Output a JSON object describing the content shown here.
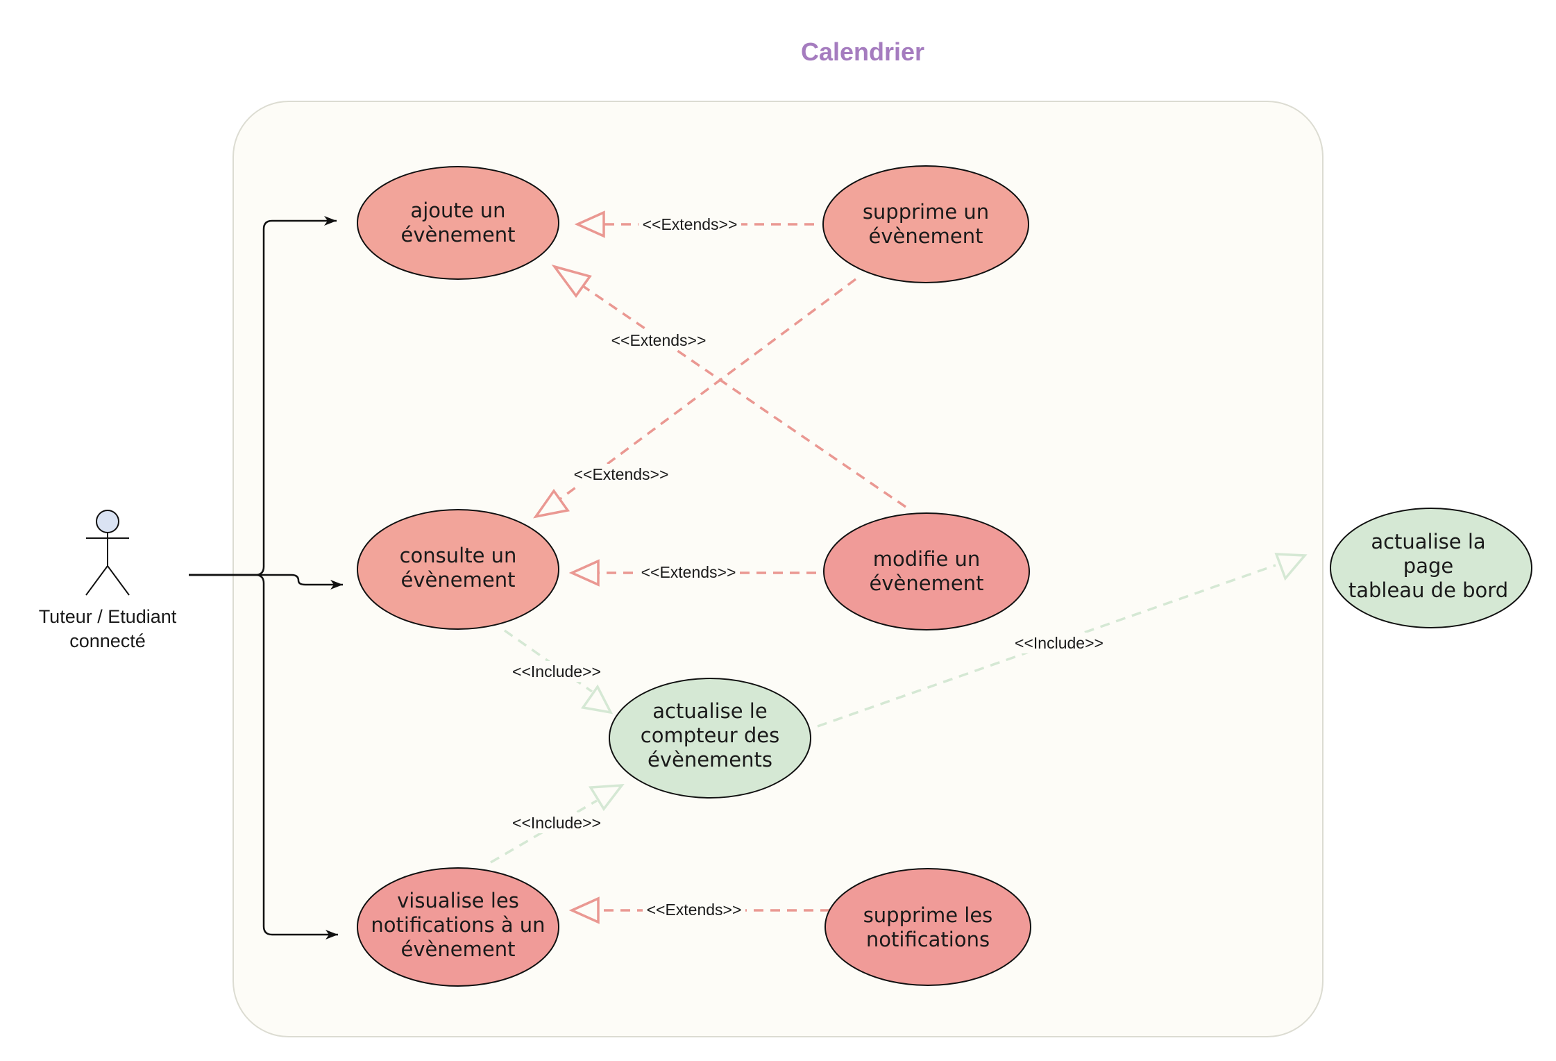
{
  "title": "Calendrier",
  "colors": {
    "title": "#a57cbf",
    "system_fill": "#fdfcf7",
    "system_stroke": "#dcdcd2",
    "red_fill": "#f2a49a",
    "red_fill_dark": "#f09b98",
    "green_fill": "#d5e8d4",
    "extends_line": "#ea9892",
    "include_line": "#d5e8d4",
    "association": "#111111"
  },
  "actor": {
    "line1": "Tuteur / Etudiant",
    "line2": "connecté",
    "head_fill": "#dae3f3"
  },
  "use_cases": {
    "ajoute": [
      "ajoute un",
      "évènement"
    ],
    "supprime": [
      "supprime un",
      "évènement"
    ],
    "consulte": [
      "consulte un",
      "évènement"
    ],
    "modifie": [
      "modifie un",
      "évènement"
    ],
    "compteur": [
      "actualise le",
      "compteur des",
      "évènements"
    ],
    "tableau": [
      "actualise la",
      "page",
      "tableau de bord"
    ],
    "visualise": [
      "visualise les",
      "notifications à un",
      "évènement"
    ],
    "supprime_notif": [
      "supprime les",
      "notifications"
    ]
  },
  "relations": {
    "extends_label": "<<Extends>>",
    "include_label": "<<Include>>"
  }
}
